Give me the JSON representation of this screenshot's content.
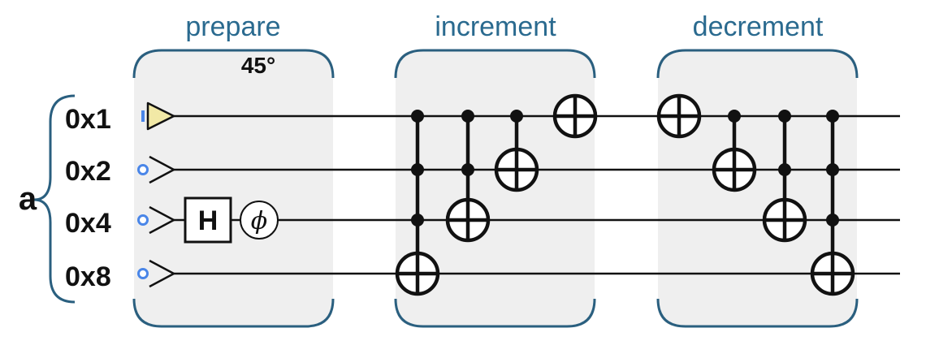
{
  "register": {
    "name": "a",
    "qubits": [
      "0x1",
      "0x2",
      "0x4",
      "0x8"
    ]
  },
  "sections": [
    {
      "title": "prepare"
    },
    {
      "title": "increment"
    },
    {
      "title": "decrement"
    }
  ],
  "prepare": {
    "angle_label": "45°",
    "hadamard_label": "H",
    "phase_label": "ϕ"
  },
  "colors": {
    "section_title": "#2a6a8f",
    "panel_fill": "#efefef",
    "panel_border": "#2a5f7f",
    "init_zero": "#4a86e8",
    "init_one_fill": "#f2e9a6"
  },
  "increment_gates": [
    {
      "controls": [
        "0x1",
        "0x2",
        "0x4"
      ],
      "target": "0x8"
    },
    {
      "controls": [
        "0x1",
        "0x2"
      ],
      "target": "0x4"
    },
    {
      "controls": [
        "0x1"
      ],
      "target": "0x2"
    },
    {
      "controls": [],
      "target": "0x1"
    }
  ],
  "decrement_gates": [
    {
      "controls": [],
      "target": "0x1"
    },
    {
      "controls": [
        "0x1"
      ],
      "target": "0x2"
    },
    {
      "controls": [
        "0x1",
        "0x2"
      ],
      "target": "0x4"
    },
    {
      "controls": [
        "0x1",
        "0x2",
        "0x4"
      ],
      "target": "0x8"
    }
  ]
}
